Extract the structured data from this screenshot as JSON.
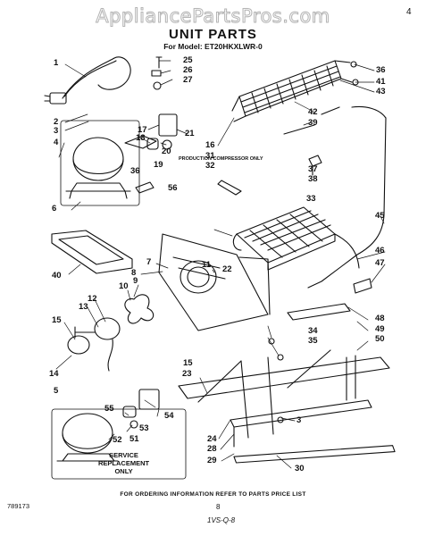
{
  "watermark": "AppliancePartsPros.com",
  "corner_mark": "4",
  "title": "UNIT PARTS",
  "model_line": "For Model: ET20HKXLWR-0",
  "production_note": "PRODUCTION COMPRESSOR ONLY",
  "service_note": [
    "SERVICE",
    "REPLACEMENT",
    "ONLY"
  ],
  "footer": "FOR ORDERING INFORMATION REFER TO PARTS PRICE LIST",
  "doc_number": "789173",
  "page_number": "8",
  "hand_note": "1VS-Q-8",
  "callouts": [
    "1",
    "2",
    "3",
    "4",
    "5",
    "6",
    "7",
    "8",
    "9",
    "10",
    "11",
    "12",
    "13",
    "14",
    "15",
    "15",
    "16",
    "17",
    "18",
    "19",
    "20",
    "21",
    "22",
    "23",
    "24",
    "25",
    "26",
    "27",
    "28",
    "29",
    "30",
    "31",
    "32",
    "33",
    "34",
    "35",
    "36",
    "36",
    "37",
    "38",
    "39",
    "40",
    "41",
    "42",
    "43",
    "3",
    "45",
    "46",
    "47",
    "48",
    "49",
    "50",
    "51",
    "52",
    "53",
    "54",
    "55",
    "56"
  ],
  "colors": {
    "ink": "#111111",
    "watermark_outline": "#b5b5b5"
  }
}
